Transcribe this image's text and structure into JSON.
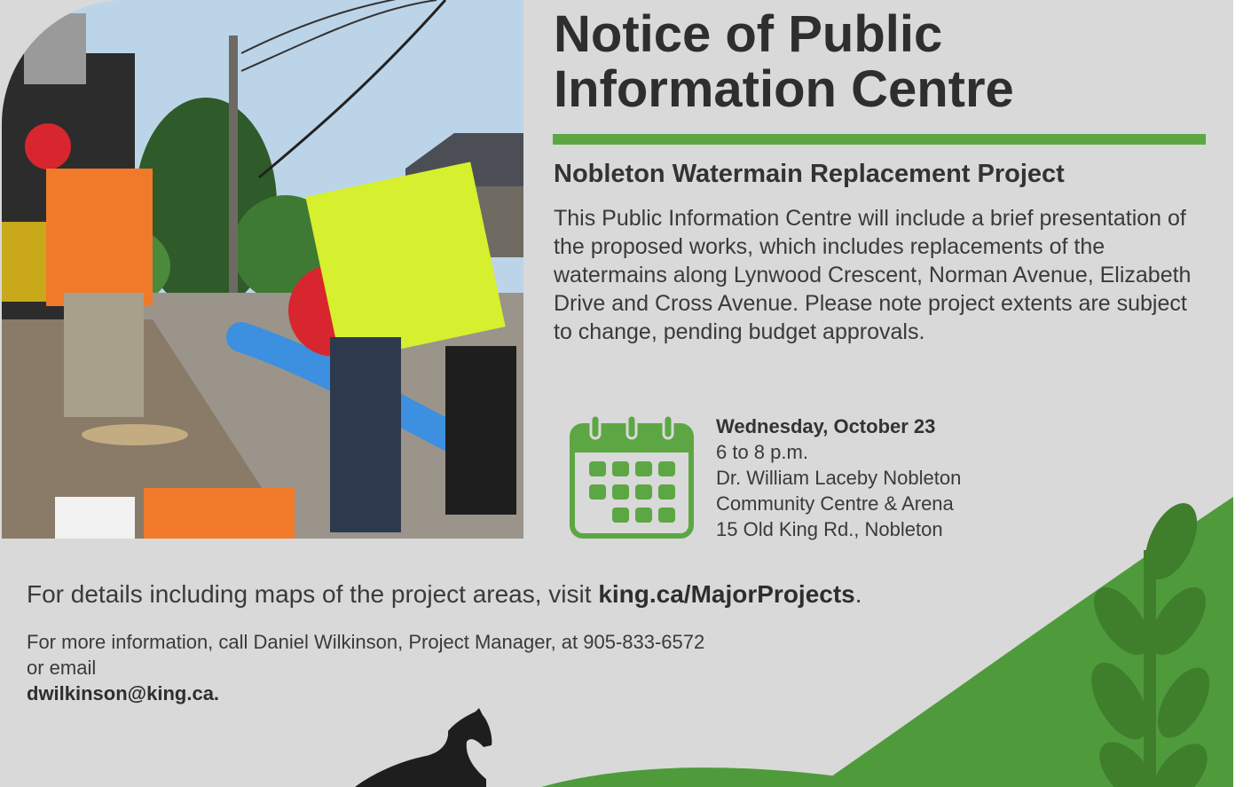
{
  "notice": {
    "title_line1": "Notice of Public",
    "title_line2": "Information Centre",
    "project_name": "Nobleton Watermain Replacement Project",
    "description": "This Public Information Centre will include a brief presentation of the proposed works, which includes replacements of the watermains along Lynwood Crescent, Norman Avenue, Elizabeth Drive and Cross Avenue. Please note project extents are subject to change, pending budget approvals."
  },
  "event": {
    "date": "Wednesday, October 23",
    "time": "6 to 8 p.m.",
    "venue_line1": "Dr. William Laceby Nobleton",
    "venue_line2": "Community Centre & Arena",
    "address": "15 Old King Rd., Nobleton",
    "icon": "calendar-icon"
  },
  "footer": {
    "details_prefix": "For details including maps of the project areas, visit ",
    "details_link": "king.ca/MajorProjects",
    "details_suffix": ".",
    "contact_line1": "For more information, call Daniel Wilkinson, Project Manager, at 905-833-6572",
    "contact_line2_prefix": "or email ",
    "contact_email": "dwilkinson@king.ca."
  },
  "colors": {
    "brand_green": "#5ca744",
    "panel_gray": "#d9d9d9",
    "title_text": "#2e2e2e"
  }
}
